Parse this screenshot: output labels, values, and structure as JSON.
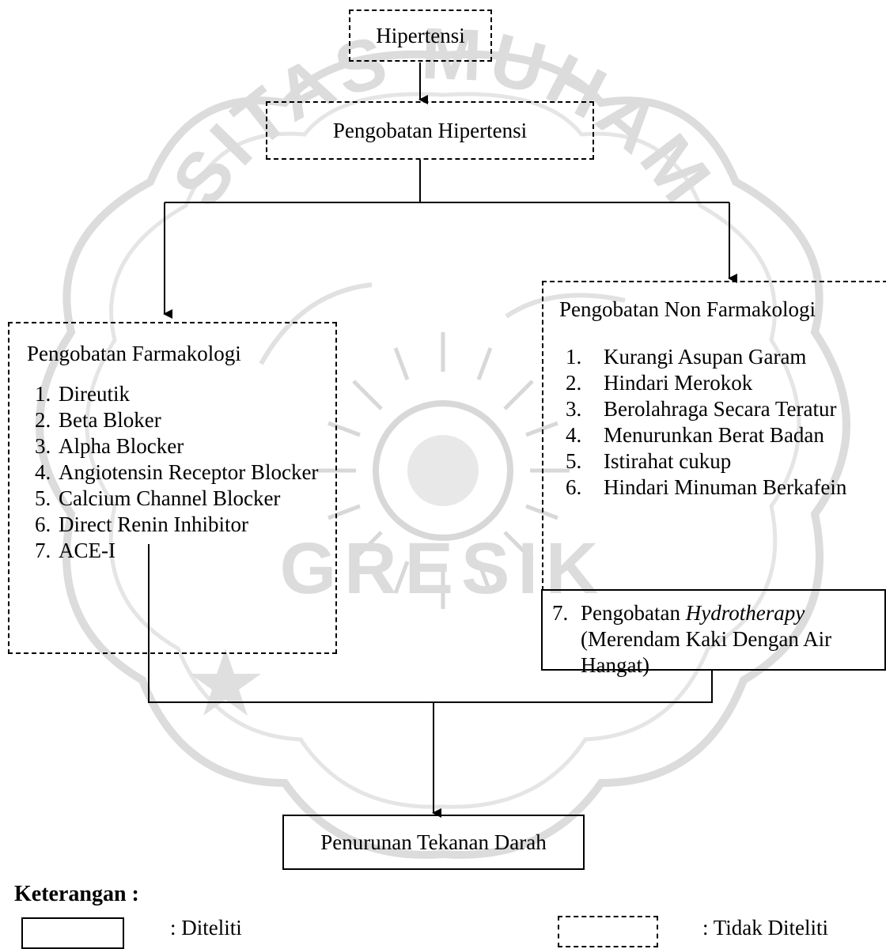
{
  "diagram": {
    "root": "Hipertensi",
    "treatment": "Pengobatan Hipertensi",
    "pharmacological": {
      "title": "Pengobatan Farmakologi",
      "items": [
        {
          "num": "1.",
          "text": "Direutik"
        },
        {
          "num": "2.",
          "text": "Beta Bloker"
        },
        {
          "num": "3.",
          "text": "Alpha Blocker"
        },
        {
          "num": "4.",
          "text": "Angiotensin Receptor Blocker"
        },
        {
          "num": "5.",
          "text": "Calcium Channel Blocker"
        },
        {
          "num": "6.",
          "text": "Direct Renin Inhibitor"
        },
        {
          "num": "7.",
          "text": "ACE-I"
        }
      ]
    },
    "non_pharmacological": {
      "title": "Pengobatan Non Farmakologi",
      "items": [
        {
          "num": "1.",
          "text": "Kurangi Asupan Garam"
        },
        {
          "num": "2.",
          "text": "Hindari Merokok"
        },
        {
          "num": "3.",
          "text": "Berolahraga Secara Teratur"
        },
        {
          "num": "4.",
          "text": "Menurunkan Berat Badan"
        },
        {
          "num": "5.",
          "text": "Istirahat cukup"
        },
        {
          "num": "6.",
          "text": "Hindari Minuman Berkafein"
        }
      ],
      "hydro": {
        "num": "7.",
        "prefix": "Pengobatan ",
        "emph": "Hydrotherapy",
        "detail": "(Merendam Kaki Dengan Air Hangat)"
      }
    },
    "outcome": "Penurunan Tekanan Darah"
  },
  "legend": {
    "title": "Keterangan :",
    "studied": ": Diteliti",
    "not_studied": ": Tidak Diteliti"
  },
  "watermark": {
    "top_text": "SITAS MUHAM",
    "bottom_text": "GRESIK",
    "color": "#d9d9d9"
  }
}
